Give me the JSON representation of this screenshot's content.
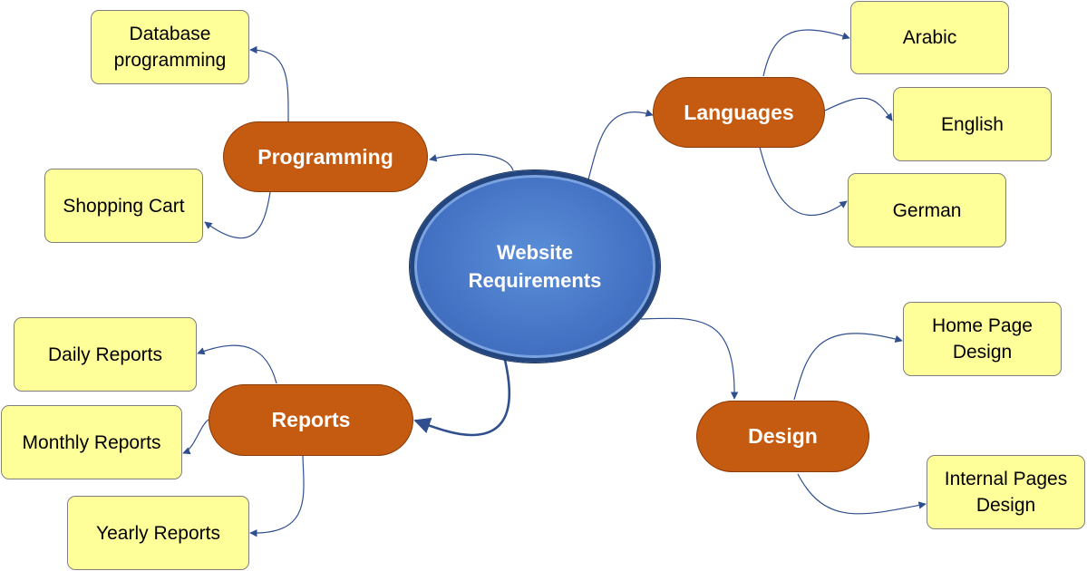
{
  "center": {
    "label": "Website\nRequirements"
  },
  "branches": {
    "programming": "Programming",
    "languages": "Languages",
    "reports": "Reports",
    "design": "Design"
  },
  "leaves": {
    "database_programming": "Database\nprogramming",
    "shopping_cart": "Shopping Cart",
    "arabic": "Arabic",
    "english": "English",
    "german": "German",
    "daily_reports": "Daily Reports",
    "monthly_reports": "Monthly Reports",
    "yearly_reports": "Yearly Reports",
    "home_page_design": "Home Page\nDesign",
    "internal_pages_design": "Internal Pages\nDesign"
  },
  "colors": {
    "center_fill": "#4472c4",
    "branch_fill": "#c55a11",
    "leaf_fill": "#ffff99",
    "connector": "#2f4f8f"
  }
}
